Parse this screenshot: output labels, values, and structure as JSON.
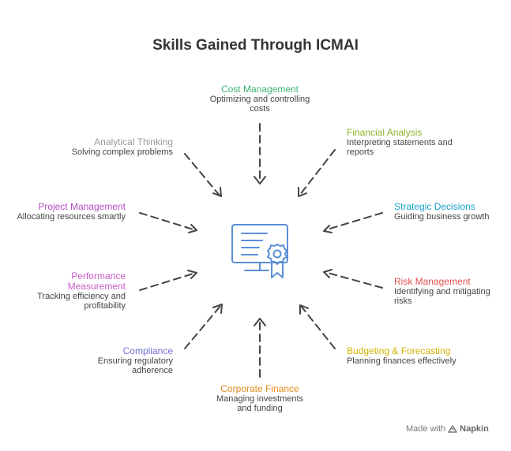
{
  "title": "Skills Gained Through ICMAI",
  "skills": [
    {
      "name": "Cost Management",
      "description": "Optimizing and controlling costs",
      "color": "#3cb371"
    },
    {
      "name": "Financial Analysis",
      "description": "Interpreting statements and reports",
      "color": "#8db32b"
    },
    {
      "name": "Strategic Decisions",
      "description": "Guiding business growth",
      "color": "#1aa3c9"
    },
    {
      "name": "Risk Management",
      "description": "Identifying and mitigating risks",
      "color": "#e05050"
    },
    {
      "name": "Budgeting & Forecasting",
      "description": "Planning finances effectively",
      "color": "#d4b400"
    },
    {
      "name": "Corporate Finance",
      "description": "Managing investments and funding",
      "color": "#e08a1e"
    },
    {
      "name": "Compliance",
      "description": "Ensuring regulatory adherence",
      "color": "#6f6fd4"
    },
    {
      "name": "Performance Measurement",
      "description": "Tracking efficiency and profitability",
      "color": "#c95bc9"
    },
    {
      "name": "Project Management",
      "description": "Allocating resources smartly",
      "color": "#b44fc4"
    },
    {
      "name": "Analytical Thinking",
      "description": "Solving complex problems",
      "color": "#9a9a9a"
    }
  ],
  "center_icon": "certificate-icon",
  "footer": {
    "prefix": "Made with",
    "brand": "Napkin",
    "icon": "napkin-logo-icon"
  }
}
